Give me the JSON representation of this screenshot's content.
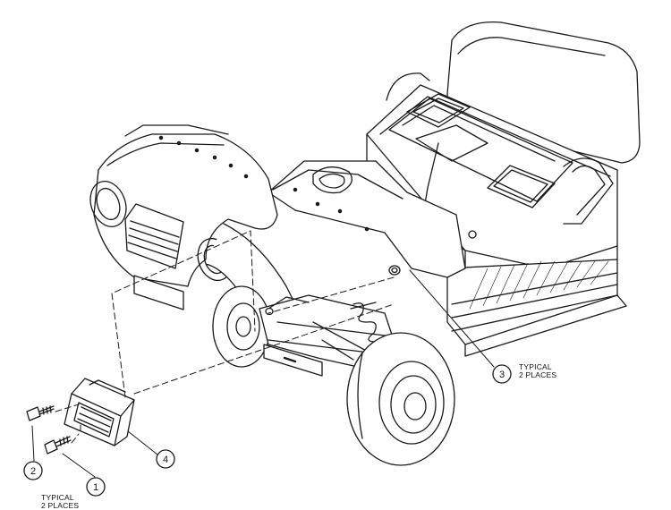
{
  "callouts": [
    {
      "id": "1",
      "label": "1"
    },
    {
      "id": "2",
      "label": "2"
    },
    {
      "id": "3",
      "label": "3"
    },
    {
      "id": "4",
      "label": "4"
    }
  ],
  "notes": {
    "callout3_line1": "TYPICAL",
    "callout3_line2": "2 PLACES",
    "callout1_line1": "TYPICAL",
    "callout1_line2": "2 PLACES"
  }
}
